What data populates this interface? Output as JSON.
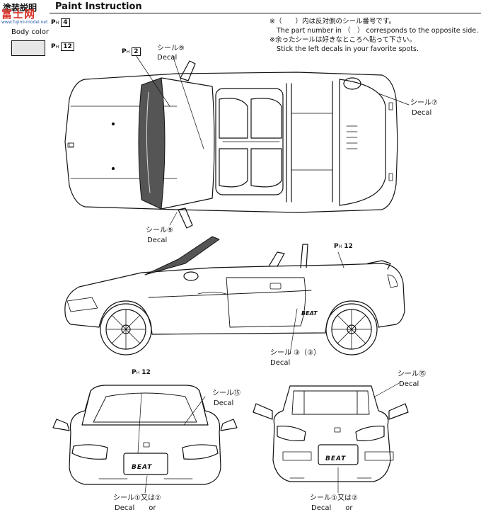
{
  "header": {
    "title_jp": "塗装説明",
    "title_en": "Paint Instruction",
    "logo_text": "富士网",
    "logo_url": "www.fujimi-model.net"
  },
  "legend": {
    "paint_code_1": "4",
    "body_color_label": "Body color",
    "paint_code_2": "12"
  },
  "notes": [
    "※（　　）内は反対側のシール番号です。",
    "The part number in （　） corresponds to the opposite side.",
    "※余ったシールは好きなところへ貼って下さい。",
    "Stick the left decals in your favorite spots."
  ],
  "callouts": {
    "top_windshield": {
      "paint": "2",
      "jp": "シール⑨",
      "en": "Decal"
    },
    "top_rear": {
      "jp": "シール⑦",
      "en": "Decal"
    },
    "top_bottom": {
      "jp": "シール⑨",
      "en": "Decal"
    },
    "side_rear": {
      "paint": "12"
    },
    "side_door": {
      "jp": "シール ③（③）",
      "en": "Decal"
    },
    "front_windshield": {
      "paint": "12"
    },
    "front_decal": {
      "jp": "シール⑮",
      "en": "Decal"
    },
    "front_plate": {
      "jp": "シール①又は②",
      "en": "Decal　　or"
    },
    "rear_decal": {
      "jp": "シール⑮",
      "en": "Decal"
    },
    "rear_plate": {
      "jp": "シール①又は②",
      "en": "Decal　　or"
    }
  },
  "car": {
    "side_badge": "BEAT",
    "plate_front": "BEAT",
    "plate_rear": "BEAT"
  }
}
